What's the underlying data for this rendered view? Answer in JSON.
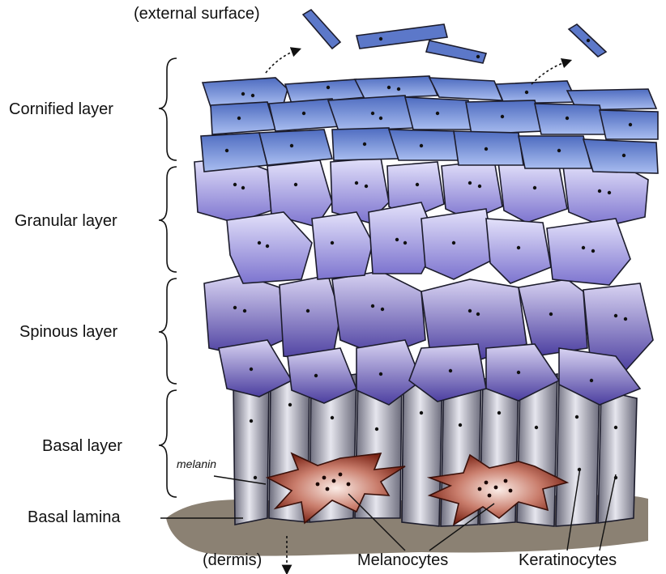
{
  "labels": {
    "external_surface": "(external surface)",
    "cornified": "Cornified layer",
    "granular": "Granular layer",
    "spinous": "Spinous layer",
    "basal": "Basal layer",
    "melanin": "melanin",
    "basal_lamina": "Basal lamina",
    "dermis": "(dermis)",
    "melanocytes": "Melanocytes",
    "keratinocytes": "Keratinocytes"
  },
  "colors": {
    "cornified_fill": "#6a86cc",
    "cornified_light": "#b6c6ee",
    "granular_fill": "#c9c6ee",
    "granular_dark": "#5a52b5",
    "spinous_fill": "#b7b0e0",
    "spinous_dark": "#3e318f",
    "basal_fill": "#c8c8d2",
    "basal_dark": "#555566",
    "lamina": "#8b8173",
    "melanocyte": "#8b2e1e",
    "melanocyte_light": "#f1d2c8",
    "outline": "#1c1c2c"
  }
}
